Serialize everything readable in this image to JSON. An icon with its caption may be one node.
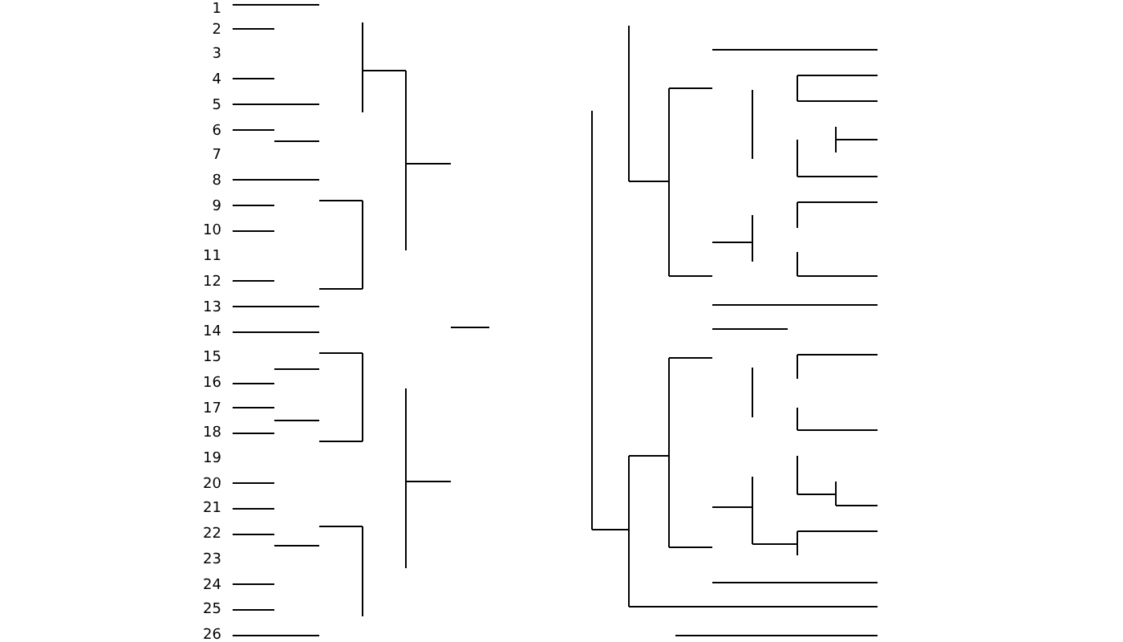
{
  "diagram": {
    "labels": [
      "1",
      "2",
      "3",
      "4",
      "5",
      "6",
      "7",
      "8",
      "9",
      "10",
      "11",
      "12",
      "13",
      "14",
      "15",
      "16",
      "17",
      "18",
      "19",
      "20",
      "21",
      "22",
      "23",
      "24",
      "25",
      "26"
    ]
  }
}
